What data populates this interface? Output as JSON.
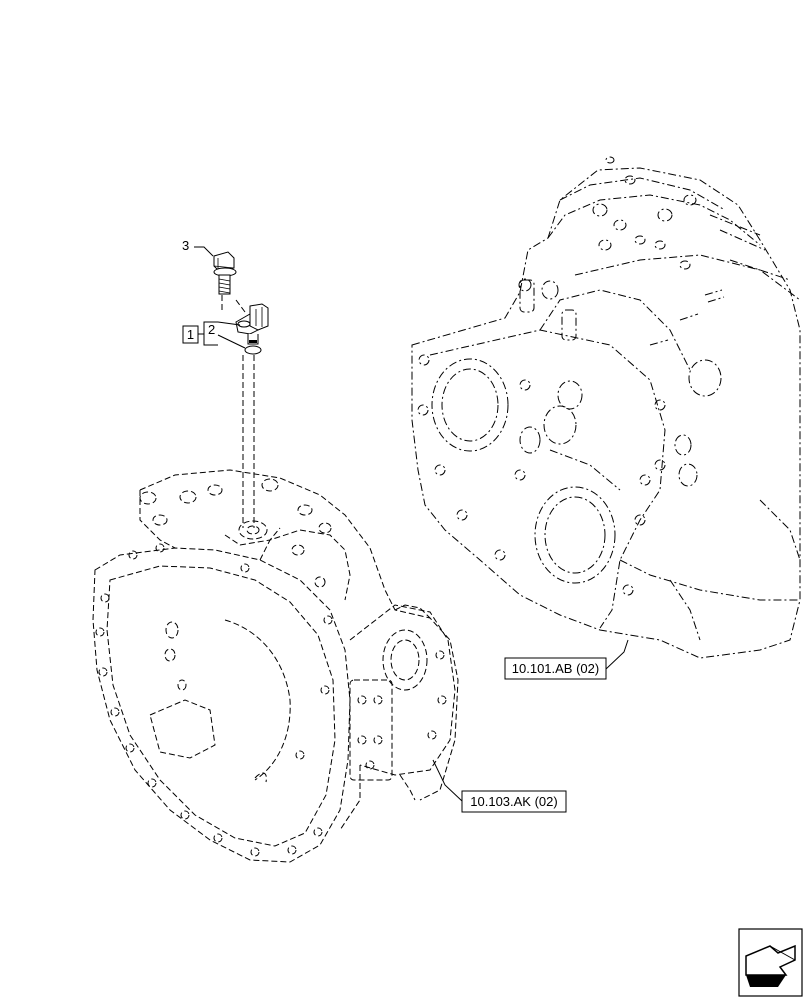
{
  "callouts": {
    "item_1": "1",
    "item_2": "2",
    "item_3": "3"
  },
  "references": {
    "engine_block_ref": "10.101.AB (02)",
    "transmission_housing_ref": "10.103.AK (02)"
  },
  "icons": {
    "nav": "next-page-arrow-icon"
  },
  "colors": {
    "line": "#000000",
    "background": "#ffffff"
  }
}
